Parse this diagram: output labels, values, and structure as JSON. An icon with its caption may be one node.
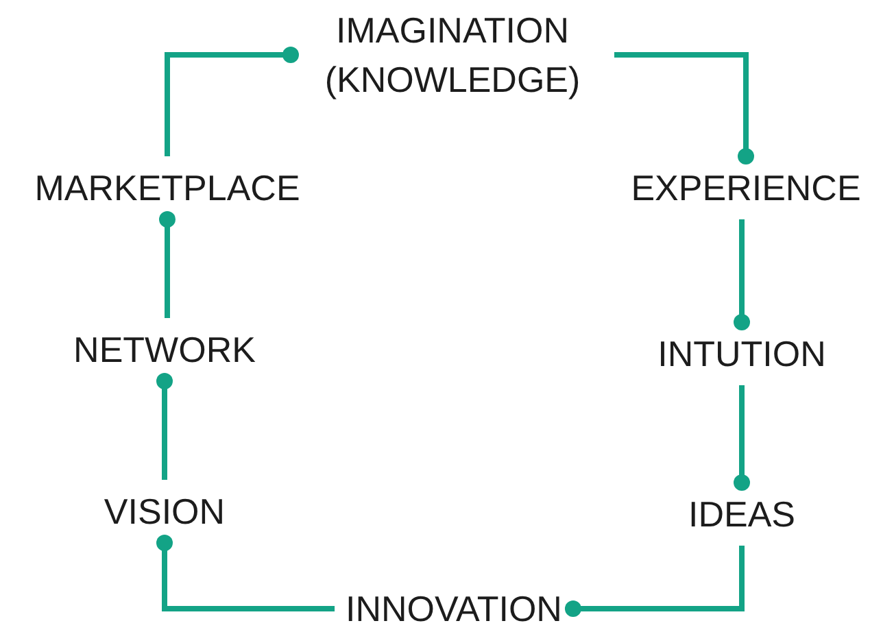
{
  "diagram": {
    "nodes": [
      {
        "text": [
          "IMAGINATION (KNOWLEDGE)"
        ]
      },
      {
        "text": [
          "EXPERIENCE"
        ]
      },
      {
        "text": [
          "INTUTION"
        ]
      },
      {
        "text": [
          "IDEAS"
        ]
      },
      {
        "text": [
          "INNOVATION"
        ]
      },
      {
        "text": [
          "VISION"
        ]
      },
      {
        "text": [
          "NETWORK"
        ]
      },
      {
        "text": [
          "MARKETPLACE"
        ]
      }
    ],
    "edges": [
      {
        "from": 0,
        "to": 1,
        "arrow": "other"
      },
      {
        "from": 1,
        "to": 2,
        "arrow": "other"
      },
      {
        "from": 2,
        "to": 3,
        "arrow": "other"
      },
      {
        "from": 3,
        "to": 4,
        "arrow": "other"
      },
      {
        "from": 4,
        "to": 5,
        "arrow": "other"
      },
      {
        "from": 5,
        "to": 6,
        "arrow": "other"
      },
      {
        "from": 6,
        "to": 7,
        "arrow": "other"
      },
      {
        "from": 7,
        "to": 0,
        "arrow": "other"
      }
    ]
  }
}
